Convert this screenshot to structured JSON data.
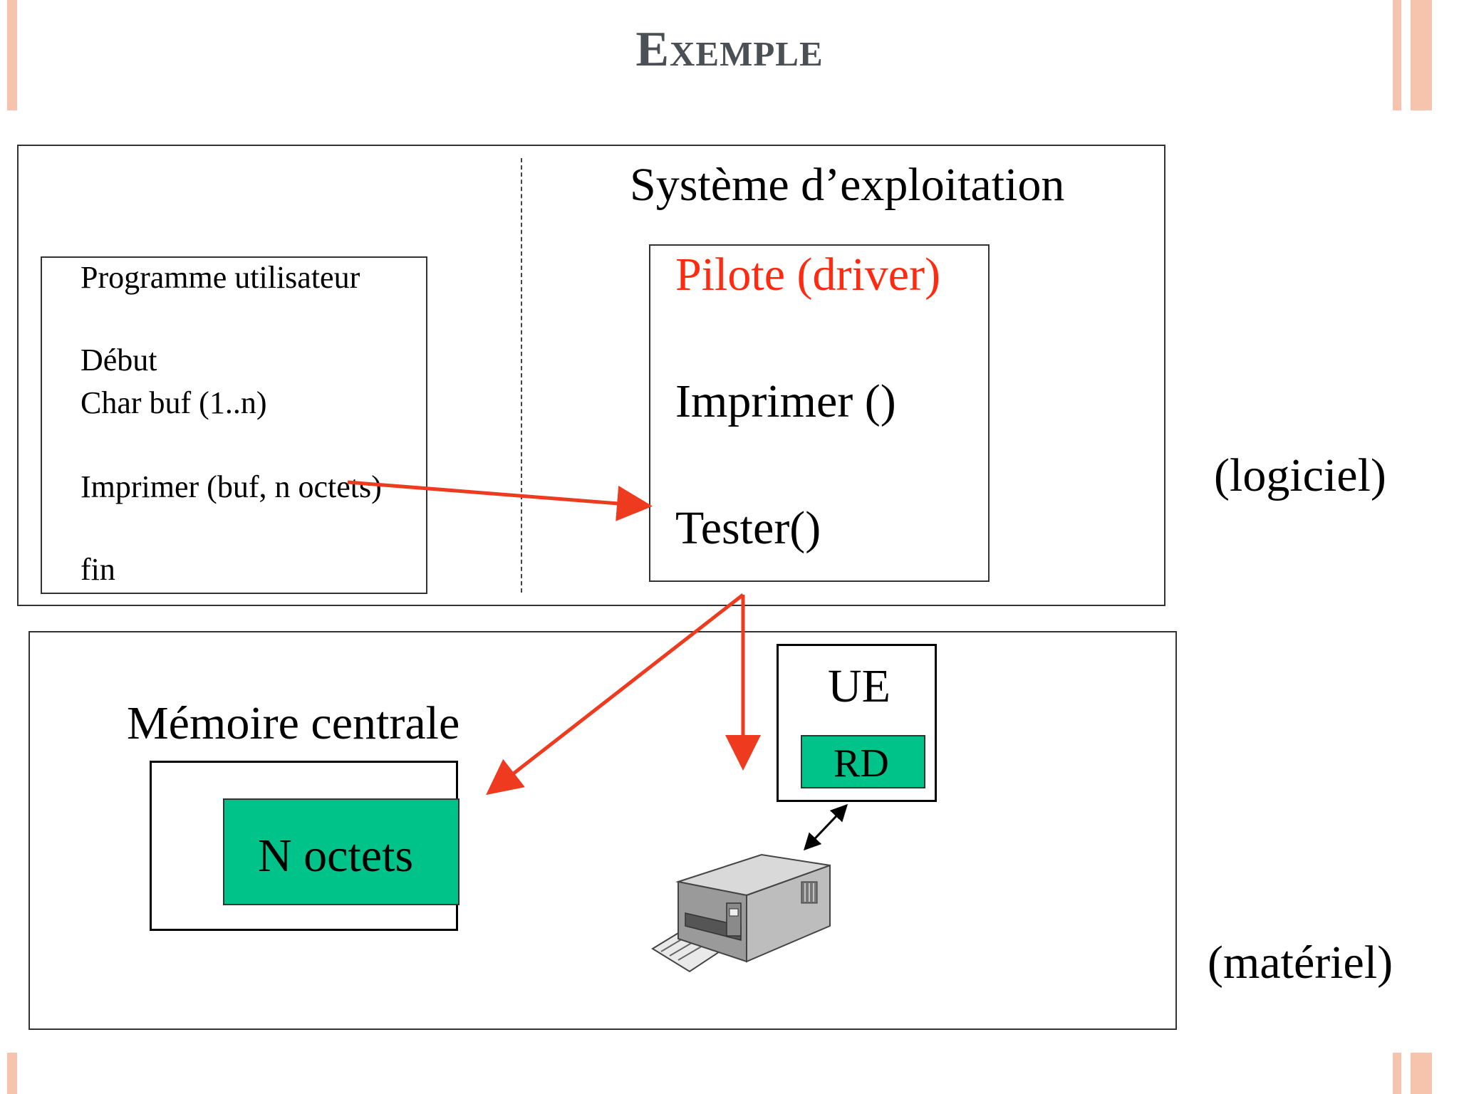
{
  "title": "Exemple",
  "software_box": {
    "os_label": "Système d’exploitation",
    "user_program": {
      "title": "Programme utilisateur",
      "lines": [
        "Début",
        "Char buf (1..n)",
        "Imprimer (buf, n octets)",
        "fin"
      ]
    },
    "driver": {
      "title": "Pilote (driver)",
      "functions": [
        "Imprimer ()",
        "Tester()"
      ]
    },
    "side_label": "(logiciel)"
  },
  "hardware_box": {
    "memory_label": "Mémoire centrale",
    "memory_block": "N octets",
    "controller_label": "UE",
    "register_label": "RD",
    "device_icon": "printer-icon",
    "side_label": "(matériel)"
  },
  "colors": {
    "title": "#4b5057",
    "driver_title": "#ff2a10",
    "arrow": "#ee3a1f",
    "green_block": "#00c38a",
    "edge_decoration": "#f6c3ad"
  }
}
